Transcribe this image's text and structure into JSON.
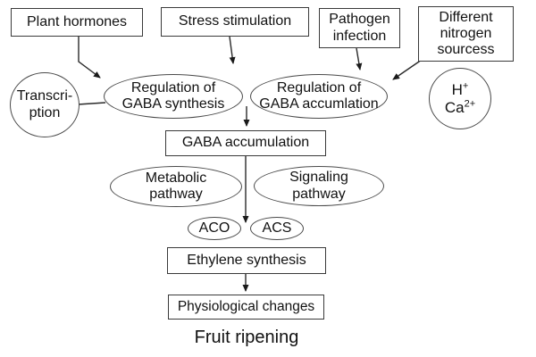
{
  "diagram": {
    "background_color": "#ffffff",
    "stroke_color": "#3a3a3a",
    "text_color": "#111111",
    "nodes": {
      "plant_hormones": {
        "shape": "rect",
        "label": "Plant hormones"
      },
      "stress_stimulation": {
        "shape": "rect",
        "label": "Stress stimulation"
      },
      "pathogen_infection": {
        "shape": "rect",
        "label": "Pathogen\ninfection"
      },
      "nitrogen_sources": {
        "shape": "rect",
        "label": "Different\nnitrogen\nsourcess"
      },
      "transcription": {
        "shape": "circle",
        "label": "Transcri-\nption"
      },
      "regulation_synthesis": {
        "shape": "ellipse",
        "label": "Regulation of\nGABA synthesis"
      },
      "regulation_accumulation": {
        "shape": "ellipse",
        "label": "Regulation of\nGABA accumlation"
      },
      "ions": {
        "shape": "circle",
        "h_base": "H",
        "h_sup": "+",
        "ca_base": "Ca",
        "ca_sup": "2+"
      },
      "gaba_accumulation": {
        "shape": "rect",
        "label": "GABA accumulation"
      },
      "metabolic_pathway": {
        "shape": "ellipse",
        "label": "Metabolic\npathway"
      },
      "signaling_pathway": {
        "shape": "ellipse",
        "label": "Signaling\npathway"
      },
      "aco": {
        "shape": "ellipse",
        "label": "ACO"
      },
      "acs": {
        "shape": "ellipse",
        "label": "ACS"
      },
      "ethylene_synthesis": {
        "shape": "rect",
        "label": "Ethylene synthesis"
      },
      "physiological_changes": {
        "shape": "rect",
        "label": "Physiological changes"
      }
    },
    "caption": "Fruit ripening",
    "edges": [
      {
        "from": "plant_hormones",
        "to": "regulation_synthesis",
        "arrowhead": true
      },
      {
        "from": "stress_stimulation",
        "to": "between_regulation_ellipses",
        "arrowhead": true
      },
      {
        "from": "pathogen_infection",
        "to": "regulation_accumulation",
        "arrowhead": true
      },
      {
        "from": "nitrogen_sources",
        "to": "regulation_accumulation",
        "arrowhead": true
      },
      {
        "from": "transcription",
        "to": "regulation_synthesis",
        "arrowhead": false
      },
      {
        "from": "between_regulation_ellipses",
        "to": "gaba_accumulation",
        "arrowhead": true
      },
      {
        "from": "gaba_accumulation",
        "to": "ethylene_synthesis",
        "via": "between ACO and ACS",
        "arrowhead": true
      },
      {
        "from": "ethylene_synthesis",
        "to": "physiological_changes",
        "arrowhead": true
      }
    ]
  }
}
